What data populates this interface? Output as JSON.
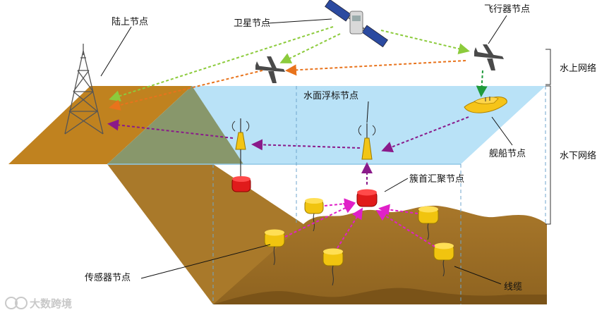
{
  "labels": {
    "land_node": "陆上节点",
    "satellite_node": "卫星节点",
    "aircraft_node": "飞行器节点",
    "surface_buoy_node": "水面浮标节点",
    "ship_node": "舰船节点",
    "cluster_head_node": "簇首汇聚节点",
    "sensor_node": "传感器节点",
    "cable": "线缆",
    "above_water_network": "水上网络",
    "underwater_network": "水下网络"
  },
  "watermark": "大数跨境",
  "colors": {
    "sea_surface": "#b9e2f7",
    "land": "#c0821f",
    "land_overlap": "#7f8a52",
    "seabed": "#a9792a",
    "sensor_yellow": "#f1c40f",
    "cluster_red": "#e01b1b",
    "link_purple": "#8a1a8a",
    "link_magenta": "#e020c8",
    "link_green_light": "#8ccb3c",
    "link_orange": "#e8731c",
    "link_green_dark": "#1f9a3b"
  }
}
